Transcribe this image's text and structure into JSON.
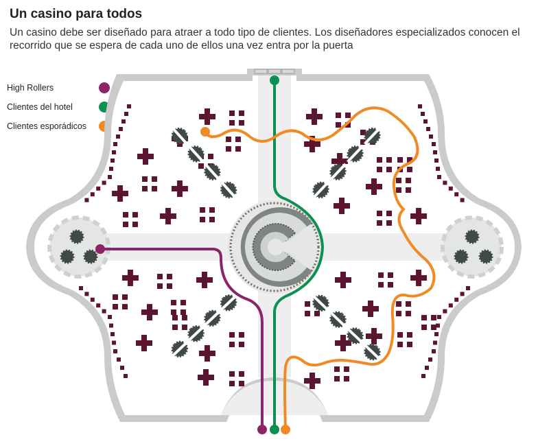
{
  "header": {
    "title": "Un casino para todos",
    "subtitle": "Un casino debe ser diseñado para atraer a todo tipo de clientes. Los diseñadores especializados conocen el recorrido que se espera de cada uno de ellos una vez entra por la puerta"
  },
  "legend": [
    {
      "label": "High Rollers",
      "color": "#8b2469"
    },
    {
      "label": "Clientes del hotel",
      "color": "#0c9152"
    },
    {
      "label": "Clientes esporádicos",
      "color": "#f08a24"
    }
  ],
  "colors": {
    "floor": "#ffffff",
    "walls": "#c9cccb",
    "aisle": "#eeeeee",
    "slot_machine": "#5b1530",
    "game_table": "#3f4a47",
    "center_bar": "#7e8583"
  }
}
